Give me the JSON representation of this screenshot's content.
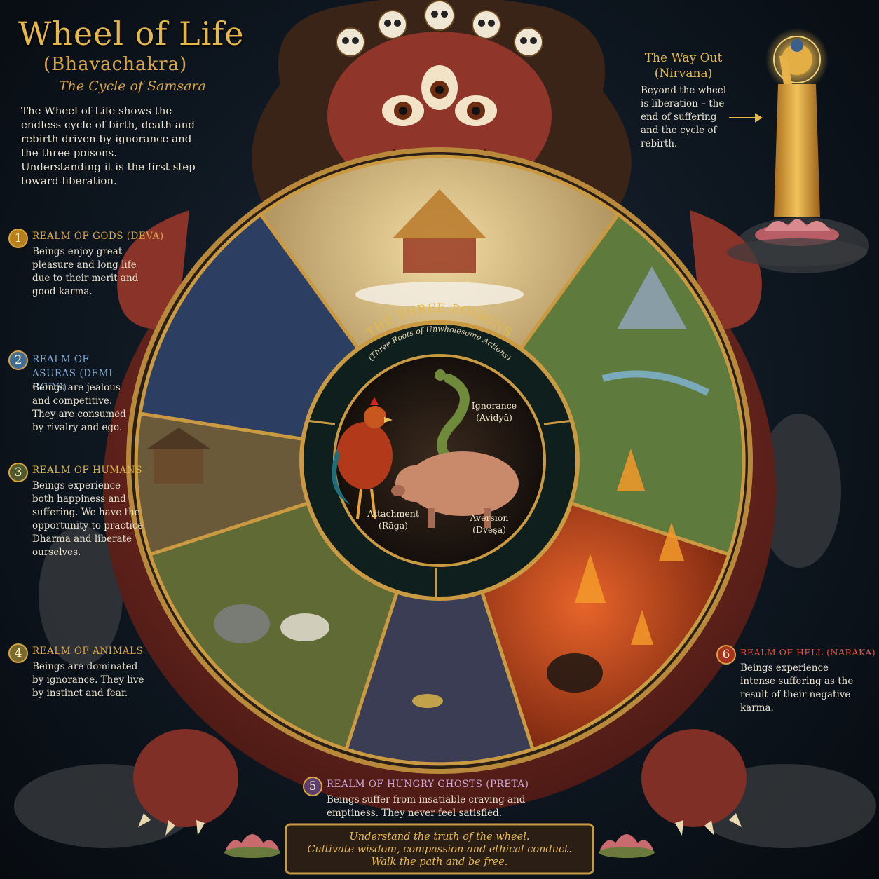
{
  "header": {
    "title": "Wheel of Life",
    "subtitle": "(Bhavachakra)",
    "tagline": "The Cycle of Samsara",
    "intro": "The Wheel of Life shows the endless cycle of birth, death and rebirth driven by ignorance and the three poisons. Understanding it is the first step toward liberation."
  },
  "wayout": {
    "title": "The Way Out (Nirvana)",
    "description": "Beyond the wheel is liberation – the end of suffering and the cycle of rebirth."
  },
  "realms": [
    {
      "number": "1",
      "title": "REALM OF GODS (DEVA)",
      "description": "Beings enjoy great pleasure and long life due to their merit and good karma.",
      "color": "#d9a544",
      "badge": "#b8801d"
    },
    {
      "number": "2",
      "title": "REALM OF ASURAS (DEMI-GODS)",
      "description": "Beings are jealous and competitive. They are consumed by rivalry and ego.",
      "color": "#7fa7cf",
      "badge": "#3f6d96"
    },
    {
      "number": "3",
      "title": "REALM OF HUMANS",
      "description": "Beings experience both happiness and suffering. We have the opportunity to practice Dharma and liberate ourselves.",
      "color": "#d9b44a",
      "badge": "#4f5a2c"
    },
    {
      "number": "4",
      "title": "REALM OF ANIMALS",
      "description": "Beings are dominated by ignorance. They live by instinct and fear.",
      "color": "#d9a544",
      "badge": "#7a6a2c"
    },
    {
      "number": "5",
      "title": "REALM OF HUNGRY GHOSTS (PRETA)",
      "description": "Beings suffer from insatiable craving and emptiness. They never feel satisfied.",
      "color": "#c8a6d8",
      "badge": "#5b3e6e"
    },
    {
      "number": "6",
      "title": "REALM OF HELL (NARAKA)",
      "description": "Beings experience intense suffering as the result of their negative karma.",
      "color": "#e0533a",
      "badge": "#a8321f"
    }
  ],
  "poisons": {
    "title": "THE THREE POISONS",
    "subtitle": "(Three Roots of Unwholesome Actions)",
    "ignorance": "Ignorance (Avidyā)",
    "attachment": "Attachment (Rāga)",
    "aversion": "Aversion (Dveṣa)"
  },
  "motto": {
    "line1": "Understand the truth of the wheel.",
    "line2": "Cultivate wisdom, compassion and ethical conduct.",
    "line3": "Walk the path and be free."
  },
  "colors": {
    "gold": "#e6b84a",
    "yama_red": "#8a3329",
    "background": "#0d151e",
    "hell_red": "#b8361e",
    "buddha_gold": "#d9a13a"
  },
  "icons": [
    "skull-crown-icon",
    "rooster-icon",
    "snake-icon",
    "pig-icon",
    "lotus-icon",
    "arrow-right-icon"
  ]
}
